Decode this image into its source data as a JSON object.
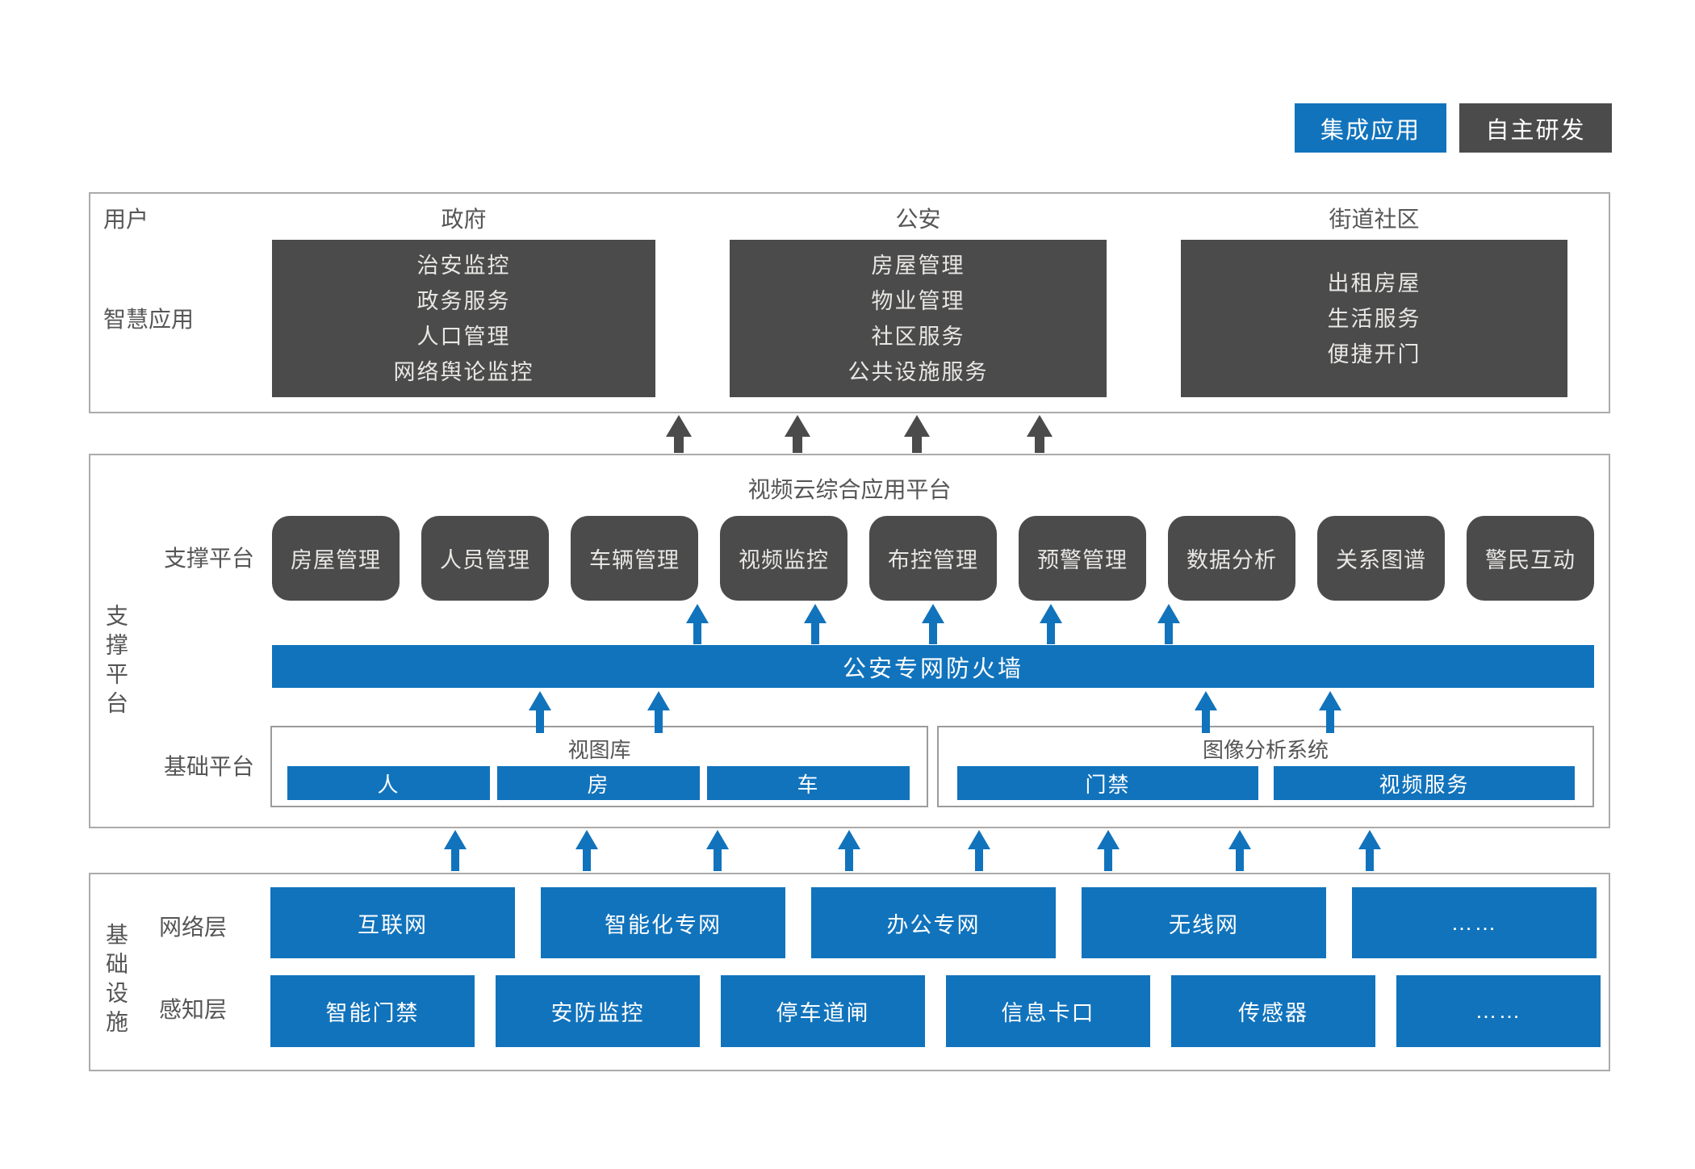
{
  "colors": {
    "blue": "#1173BC",
    "dark": "#4B4B4B",
    "border": "#ABABAB",
    "label": "#565656",
    "lighttext": "#E9E7E4"
  },
  "legend": {
    "integrated_label": "集成应用",
    "self_developed_label": "自主研发"
  },
  "top": {
    "user_label": "用户",
    "apps_label": "智慧应用",
    "columns": [
      {
        "header": "政府",
        "items": [
          "治安监控",
          "政务服务",
          "人口管理",
          "网络舆论监控"
        ]
      },
      {
        "header": "公安",
        "items": [
          "房屋管理",
          "物业管理",
          "社区服务",
          "公共设施服务"
        ]
      },
      {
        "header": "街道社区",
        "items": [
          "出租房屋",
          "生活服务",
          "便捷开门"
        ]
      }
    ]
  },
  "mid": {
    "side_label": "支撑平台",
    "title": "视频云综合应用平台",
    "support_label": "支撑平台",
    "modules": [
      "房屋管理",
      "人员管理",
      "车辆管理",
      "视频监控",
      "布控管理",
      "预警管理",
      "数据分析",
      "关系图谱",
      "警民互动"
    ],
    "firewall_label": "公安专网防火墙",
    "base_label": "基础平台",
    "base_groups": [
      {
        "title": "视图库",
        "items": [
          "人",
          "房",
          "车"
        ]
      },
      {
        "title": "图像分析系统",
        "items": [
          "门禁",
          "视频服务"
        ]
      }
    ]
  },
  "bottom": {
    "side_label": "基础设施",
    "rows": [
      {
        "label": "网络层",
        "items": [
          "互联网",
          "智能化专网",
          "办公专网",
          "无线网",
          "……"
        ]
      },
      {
        "label": "感知层",
        "items": [
          "智能门禁",
          "安防监控",
          "停车道闸",
          "信息卡口",
          "传感器",
          "……"
        ]
      }
    ]
  }
}
